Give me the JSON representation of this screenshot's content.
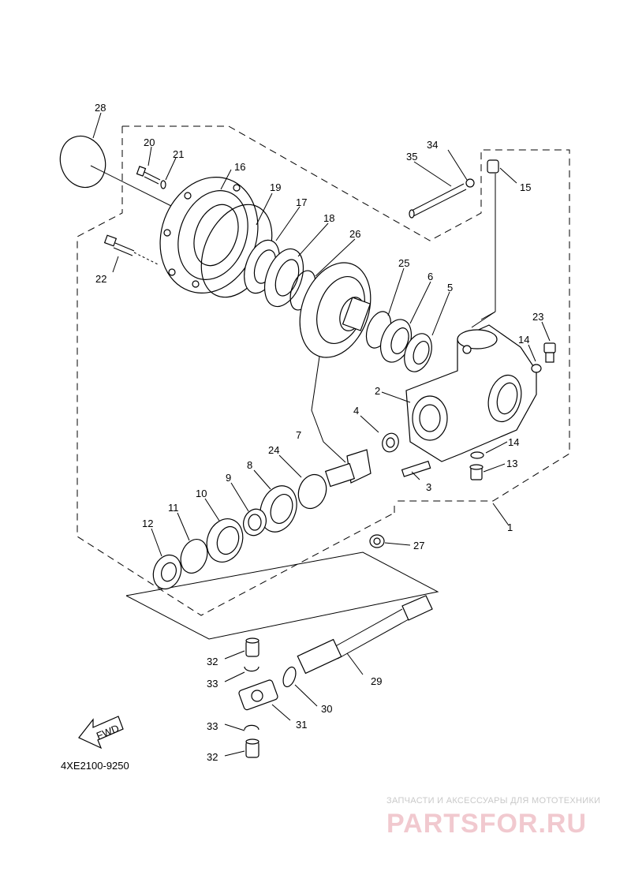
{
  "diagram_code": "4XE2100-9250",
  "fwd_label": "FWD",
  "watermark": {
    "tagline": "ЗАПЧАСТИ И АКСЕССУАРЫ ДЛЯ МОТОТЕХНИКИ",
    "logo": "PARTSFOR.RU"
  },
  "callouts": {
    "c1": "1",
    "c2": "2",
    "c3": "3",
    "c4": "4",
    "c5": "5",
    "c6": "6",
    "c7": "7",
    "c8": "8",
    "c9": "9",
    "c10": "10",
    "c11": "11",
    "c12": "12",
    "c13": "13",
    "c14a": "14",
    "c14b": "14",
    "c15": "15",
    "c16": "16",
    "c17": "17",
    "c18": "18",
    "c19": "19",
    "c20": "20",
    "c21": "21",
    "c22": "22",
    "c23": "23",
    "c24": "24",
    "c25": "25",
    "c26": "26",
    "c27": "27",
    "c28": "28",
    "c29": "29",
    "c30": "30",
    "c31": "31",
    "c32a": "32",
    "c32b": "32",
    "c33a": "33",
    "c33b": "33",
    "c34": "34",
    "c35": "35"
  }
}
